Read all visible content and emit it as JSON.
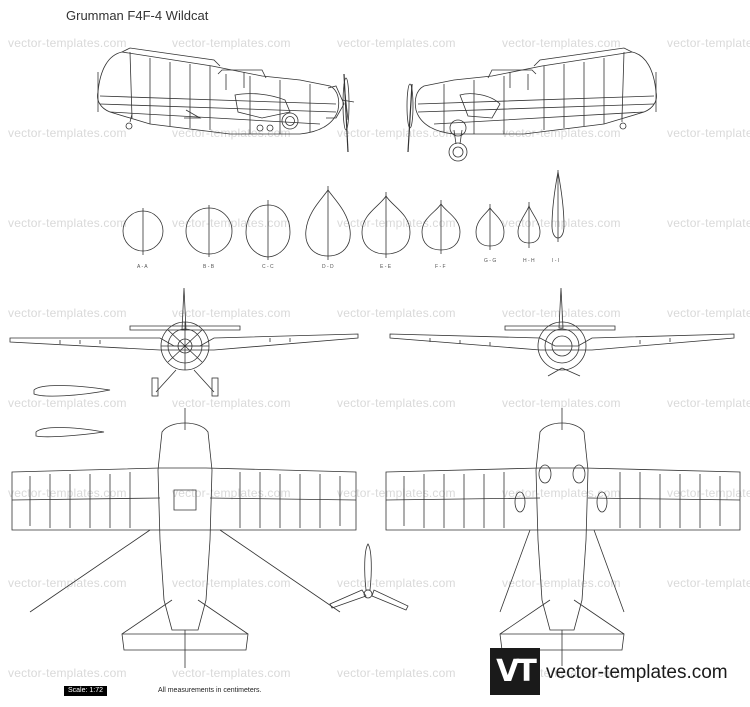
{
  "title": "Grumman F4F-4 Wildcat",
  "watermark": "vector-templates.com",
  "section_labels": [
    "A - A",
    "B - B",
    "C - C",
    "D - D",
    "E - E",
    "F - F",
    "G - G",
    "H - H",
    "I - I"
  ],
  "scale_label": "Scale: 1:72",
  "measurements_note": "All measurements in centimeters.",
  "logo": {
    "mark": "VT",
    "text": "vector-templates.com"
  }
}
